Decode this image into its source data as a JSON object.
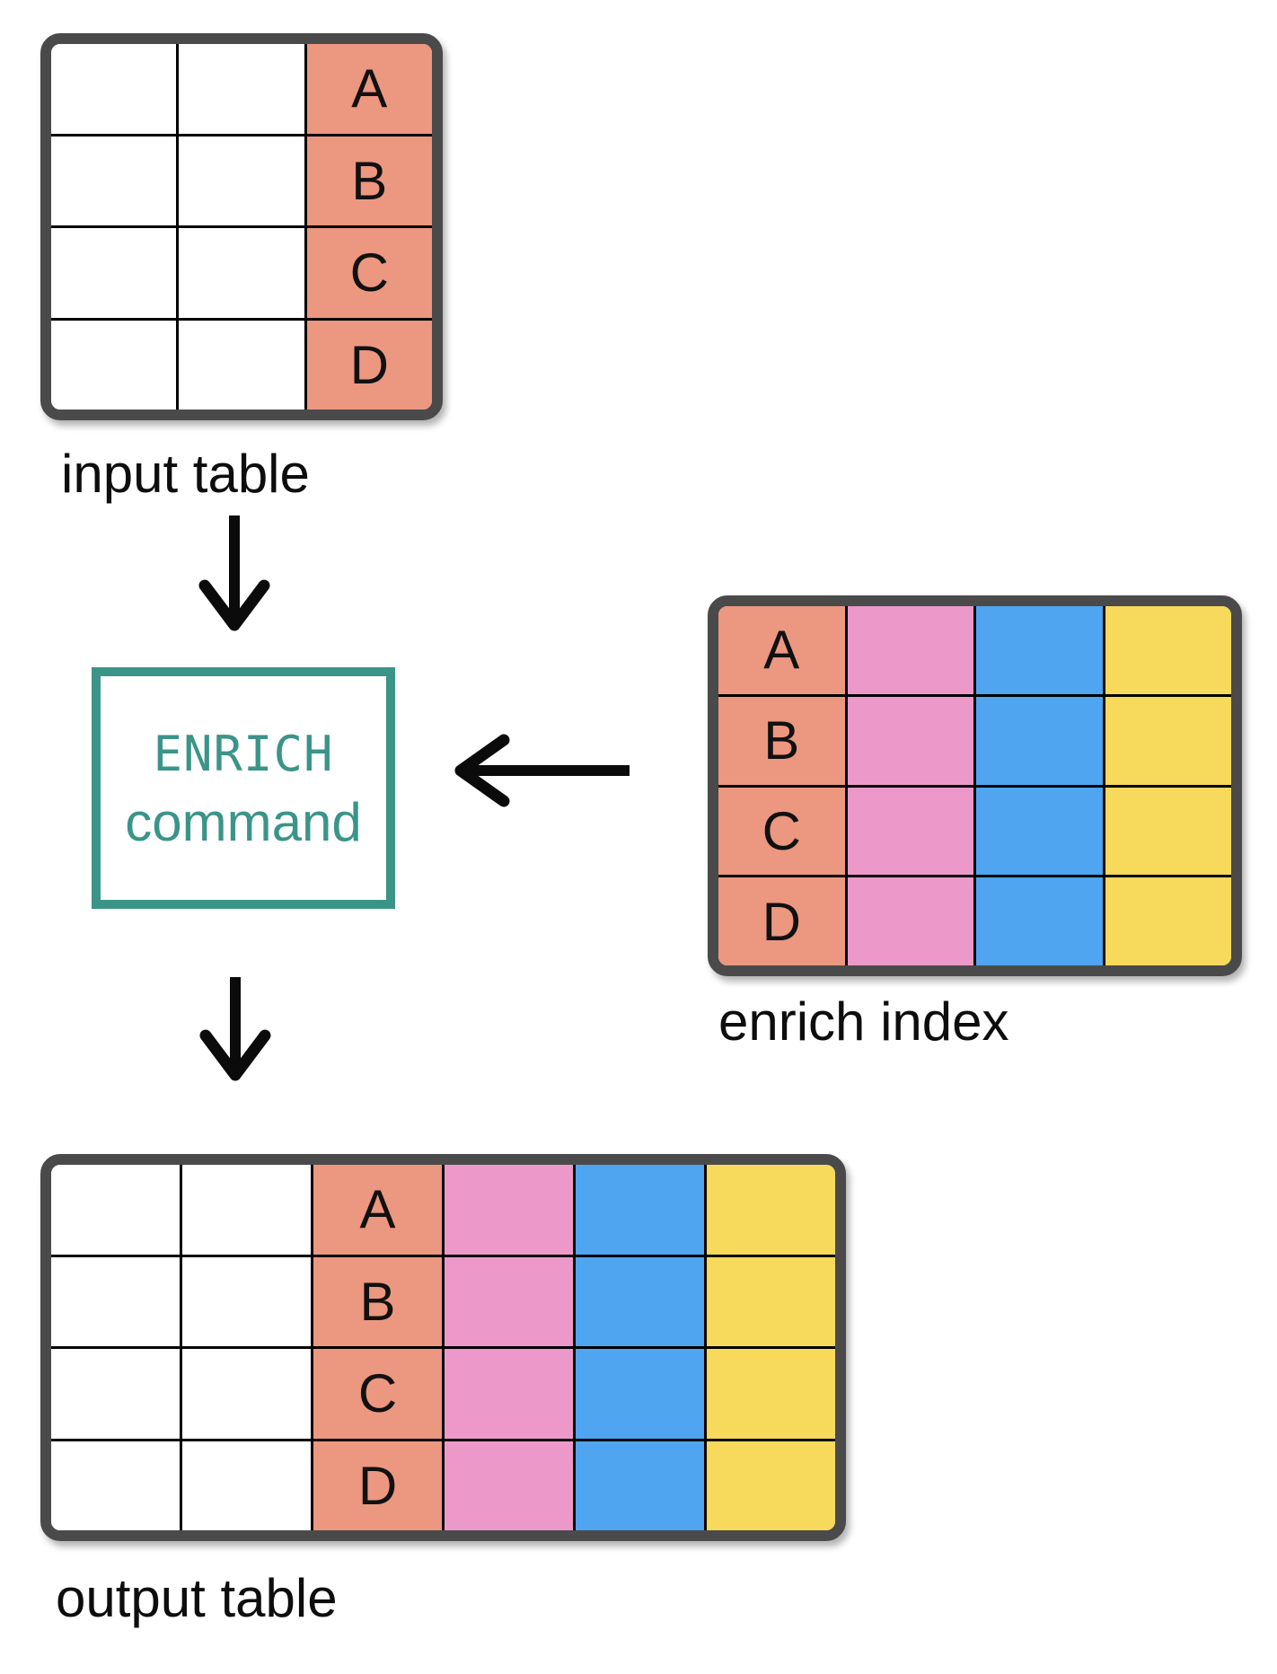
{
  "input_table": {
    "label": "input table",
    "rows": 4,
    "columns": 3,
    "key_values": [
      "A",
      "B",
      "C",
      "D"
    ]
  },
  "enrich_command_box": {
    "line1": "ENRICH",
    "line2": "command"
  },
  "enrich_index": {
    "label": "enrich index",
    "rows": 4,
    "columns": 4,
    "key_values": [
      "A",
      "B",
      "C",
      "D"
    ]
  },
  "output_table": {
    "label": "output table",
    "rows": 4,
    "columns": 6,
    "key_values": [
      "A",
      "B",
      "C",
      "D"
    ]
  },
  "colors": {
    "key_column": "#EC9780",
    "enrich_column_2": "#EC99CA",
    "enrich_column_3": "#4FA5EF",
    "enrich_column_4": "#F7D95B",
    "command_box_border": "#3B9488",
    "command_box_text": "#3B9488",
    "table_outer_border": "#4A4A4A",
    "grid_lines": "#000000",
    "arrows": "#0B0B0B",
    "label_text": "#0D0D0D"
  }
}
